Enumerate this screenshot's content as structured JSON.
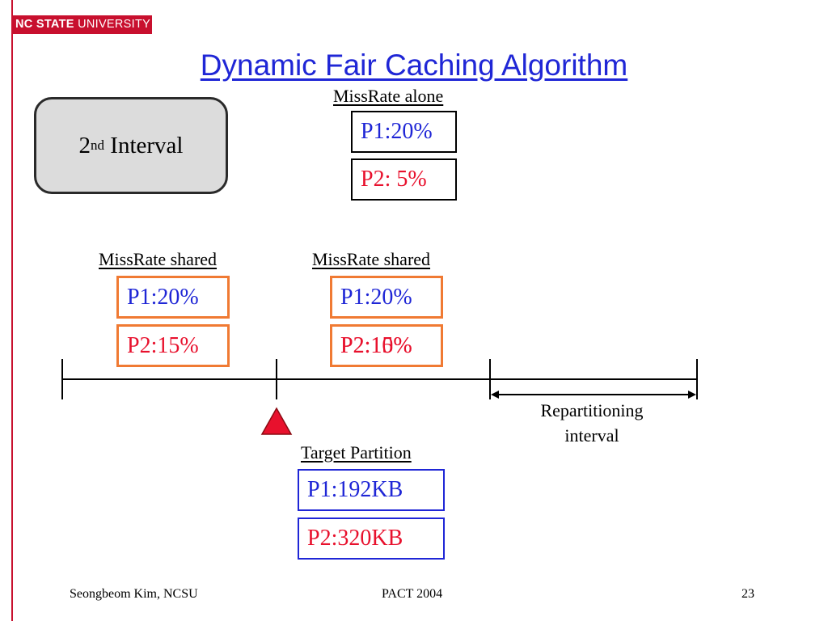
{
  "header": {
    "logo_bold": "NC STATE",
    "logo_rest": "UNIVERSITY",
    "title": "Dynamic Fair Caching Algorithm"
  },
  "interval": {
    "number": "2",
    "suffix": "nd",
    "label": "Interval"
  },
  "alone": {
    "label": "MissRate alone",
    "p1": "P1:20%",
    "p2": "P2: 5%"
  },
  "shared_left": {
    "label": "MissRate shared",
    "p1": "P1:20%",
    "p2": "P2:15%"
  },
  "shared_right": {
    "label": "MissRate shared",
    "p1": "P1:20%",
    "p2_old": "P2:15%",
    "p2_new": "P2:10%"
  },
  "timeline": {
    "repartition_label_line1": "Repartitioning",
    "repartition_label_line2": "interval"
  },
  "target": {
    "label": "Target Partition",
    "p1": "P1:192KB",
    "p2": "P2:320KB"
  },
  "footer": {
    "author": "Seongbeom Kim, NCSU",
    "venue": "PACT 2004",
    "page": "23"
  },
  "colors": {
    "title": "#1f26d6",
    "brand_red": "#c8102e",
    "p1_text": "#1f26d6",
    "p2_text": "#e8112d",
    "shared_border": "#f07a33",
    "target_border": "#1f26d6"
  }
}
